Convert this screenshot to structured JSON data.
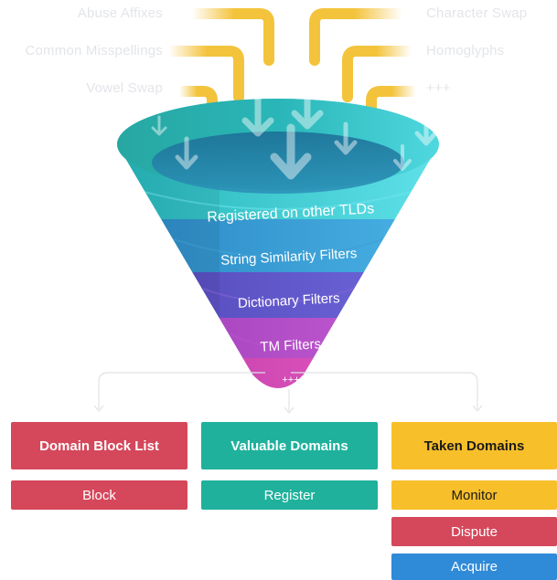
{
  "sources": {
    "left": [
      "Abuse Affixes",
      "Common Misspellings",
      "Vowel Swap"
    ],
    "right": [
      "Character Swap",
      "Homoglyphs",
      "+++"
    ]
  },
  "funnel": {
    "layers": [
      "Registered on other TLDs",
      "String Similarity Filters",
      "Dictionary Filters",
      "TM Filters",
      "+++"
    ]
  },
  "outcomes": [
    {
      "title": "Domain Block List",
      "actions": [
        "Block"
      ]
    },
    {
      "title": "Valuable Domains",
      "actions": [
        "Register"
      ]
    },
    {
      "title": "Taken Domains",
      "actions": [
        "Monitor",
        "Dispute",
        "Acquire"
      ]
    }
  ],
  "colors": {
    "red": "#d5475b",
    "teal": "#1fb19c",
    "yellow": "#f7bf2a",
    "blue": "#2f8ad8",
    "pipe": "#f2c23d"
  }
}
